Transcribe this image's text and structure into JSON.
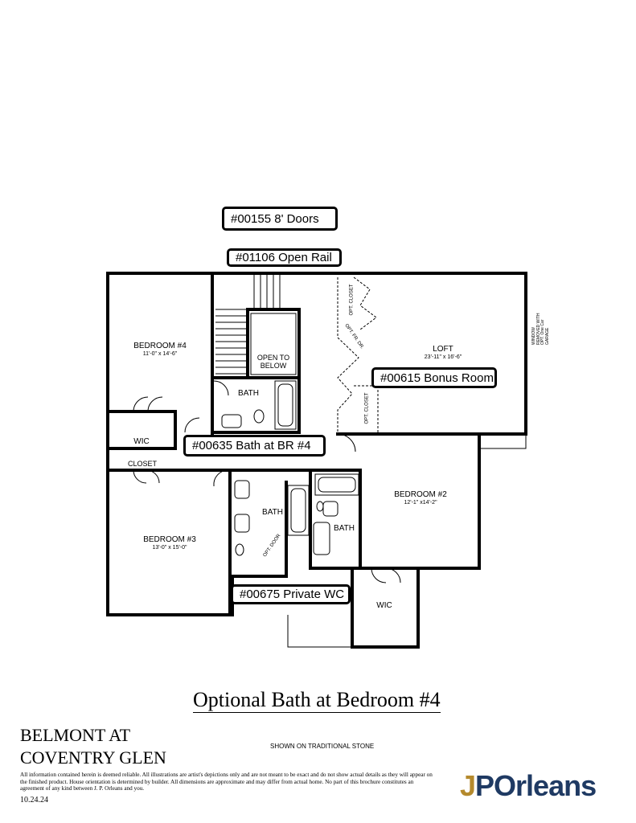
{
  "callouts": {
    "doors": "#00155 8' Doors",
    "rail": "#01106 Open Rail",
    "bonus": "#00615 Bonus Room",
    "bath_br4": "#00635 Bath at BR #4",
    "private_wc": "#00675 Private WC"
  },
  "rooms": {
    "bedroom4": {
      "name": "BEDROOM #4",
      "dim": "11'-0\" x 14'-6\""
    },
    "loft": {
      "name": "LOFT",
      "dim": "23'-11\" x 16'-6\""
    },
    "bedroom2": {
      "name": "BEDROOM #2",
      "dim": "12'-1\" x14'-2\""
    },
    "bedroom3": {
      "name": "BEDROOM #3",
      "dim": "13'-0\" x 15'-0\""
    },
    "open_below": "OPEN TO BELOW",
    "bath_top": "BATH",
    "bath_mid": "BATH",
    "bath_right": "BATH",
    "wic_left": "WIC",
    "wic_bottom": "WIC",
    "closet": "CLOSET",
    "opt_closet_a": "OPT. CLOSET",
    "opt_closet_b": "OPT. CLOSET",
    "opt_fr_dr": "OPT. FR. DR.",
    "opt_door": "OPT. DOOR",
    "window_note": "WINDOW REMOVED WITH OPT. One Car GARAGE"
  },
  "footer": {
    "title": "Optional Bath at Bedroom #4",
    "community_line1": "BELMONT AT",
    "community_line2": "COVENTRY GLEN",
    "shown": "SHOWN ON TRADITIONAL STONE",
    "disclaimer": "All information contained herein is deemed reliable.  All illustrations are artist's depictions only and are not meant to be exact and do not show actual details as they will appear on the finished product.  House orientation is determined by builder. All dimensions are approximate and may differ from actual home. No part of this brochure constitutes an agreement of any kind between J. P. Orleans and you.",
    "date": "10.24.24",
    "logo_j": "J",
    "logo_p": "P",
    "logo_rest": "Orleans"
  }
}
